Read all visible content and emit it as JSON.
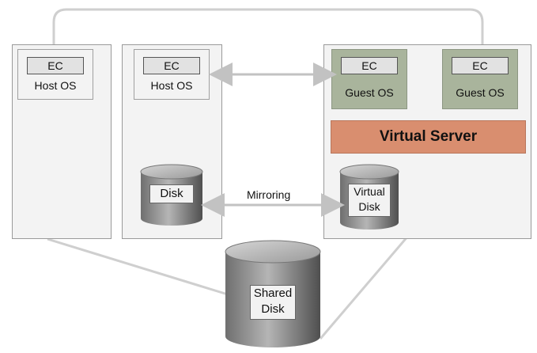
{
  "nodes": {
    "ec_label": "EC",
    "host_os_label": "Host OS",
    "guest_os_label": "Guest OS",
    "virtual_server_label": "Virtual Server",
    "disk_label": "Disk",
    "virtual_disk_line1": "Virtual",
    "virtual_disk_line2": "Disk",
    "shared_disk_line1": "Shared",
    "shared_disk_line2": "Disk",
    "mirroring_label": "Mirroring"
  },
  "colors": {
    "guest_box": "#a9b49c",
    "virtual_server": "#d98e6f",
    "connector": "#cfcfcf",
    "panel": "#f3f3f3"
  }
}
